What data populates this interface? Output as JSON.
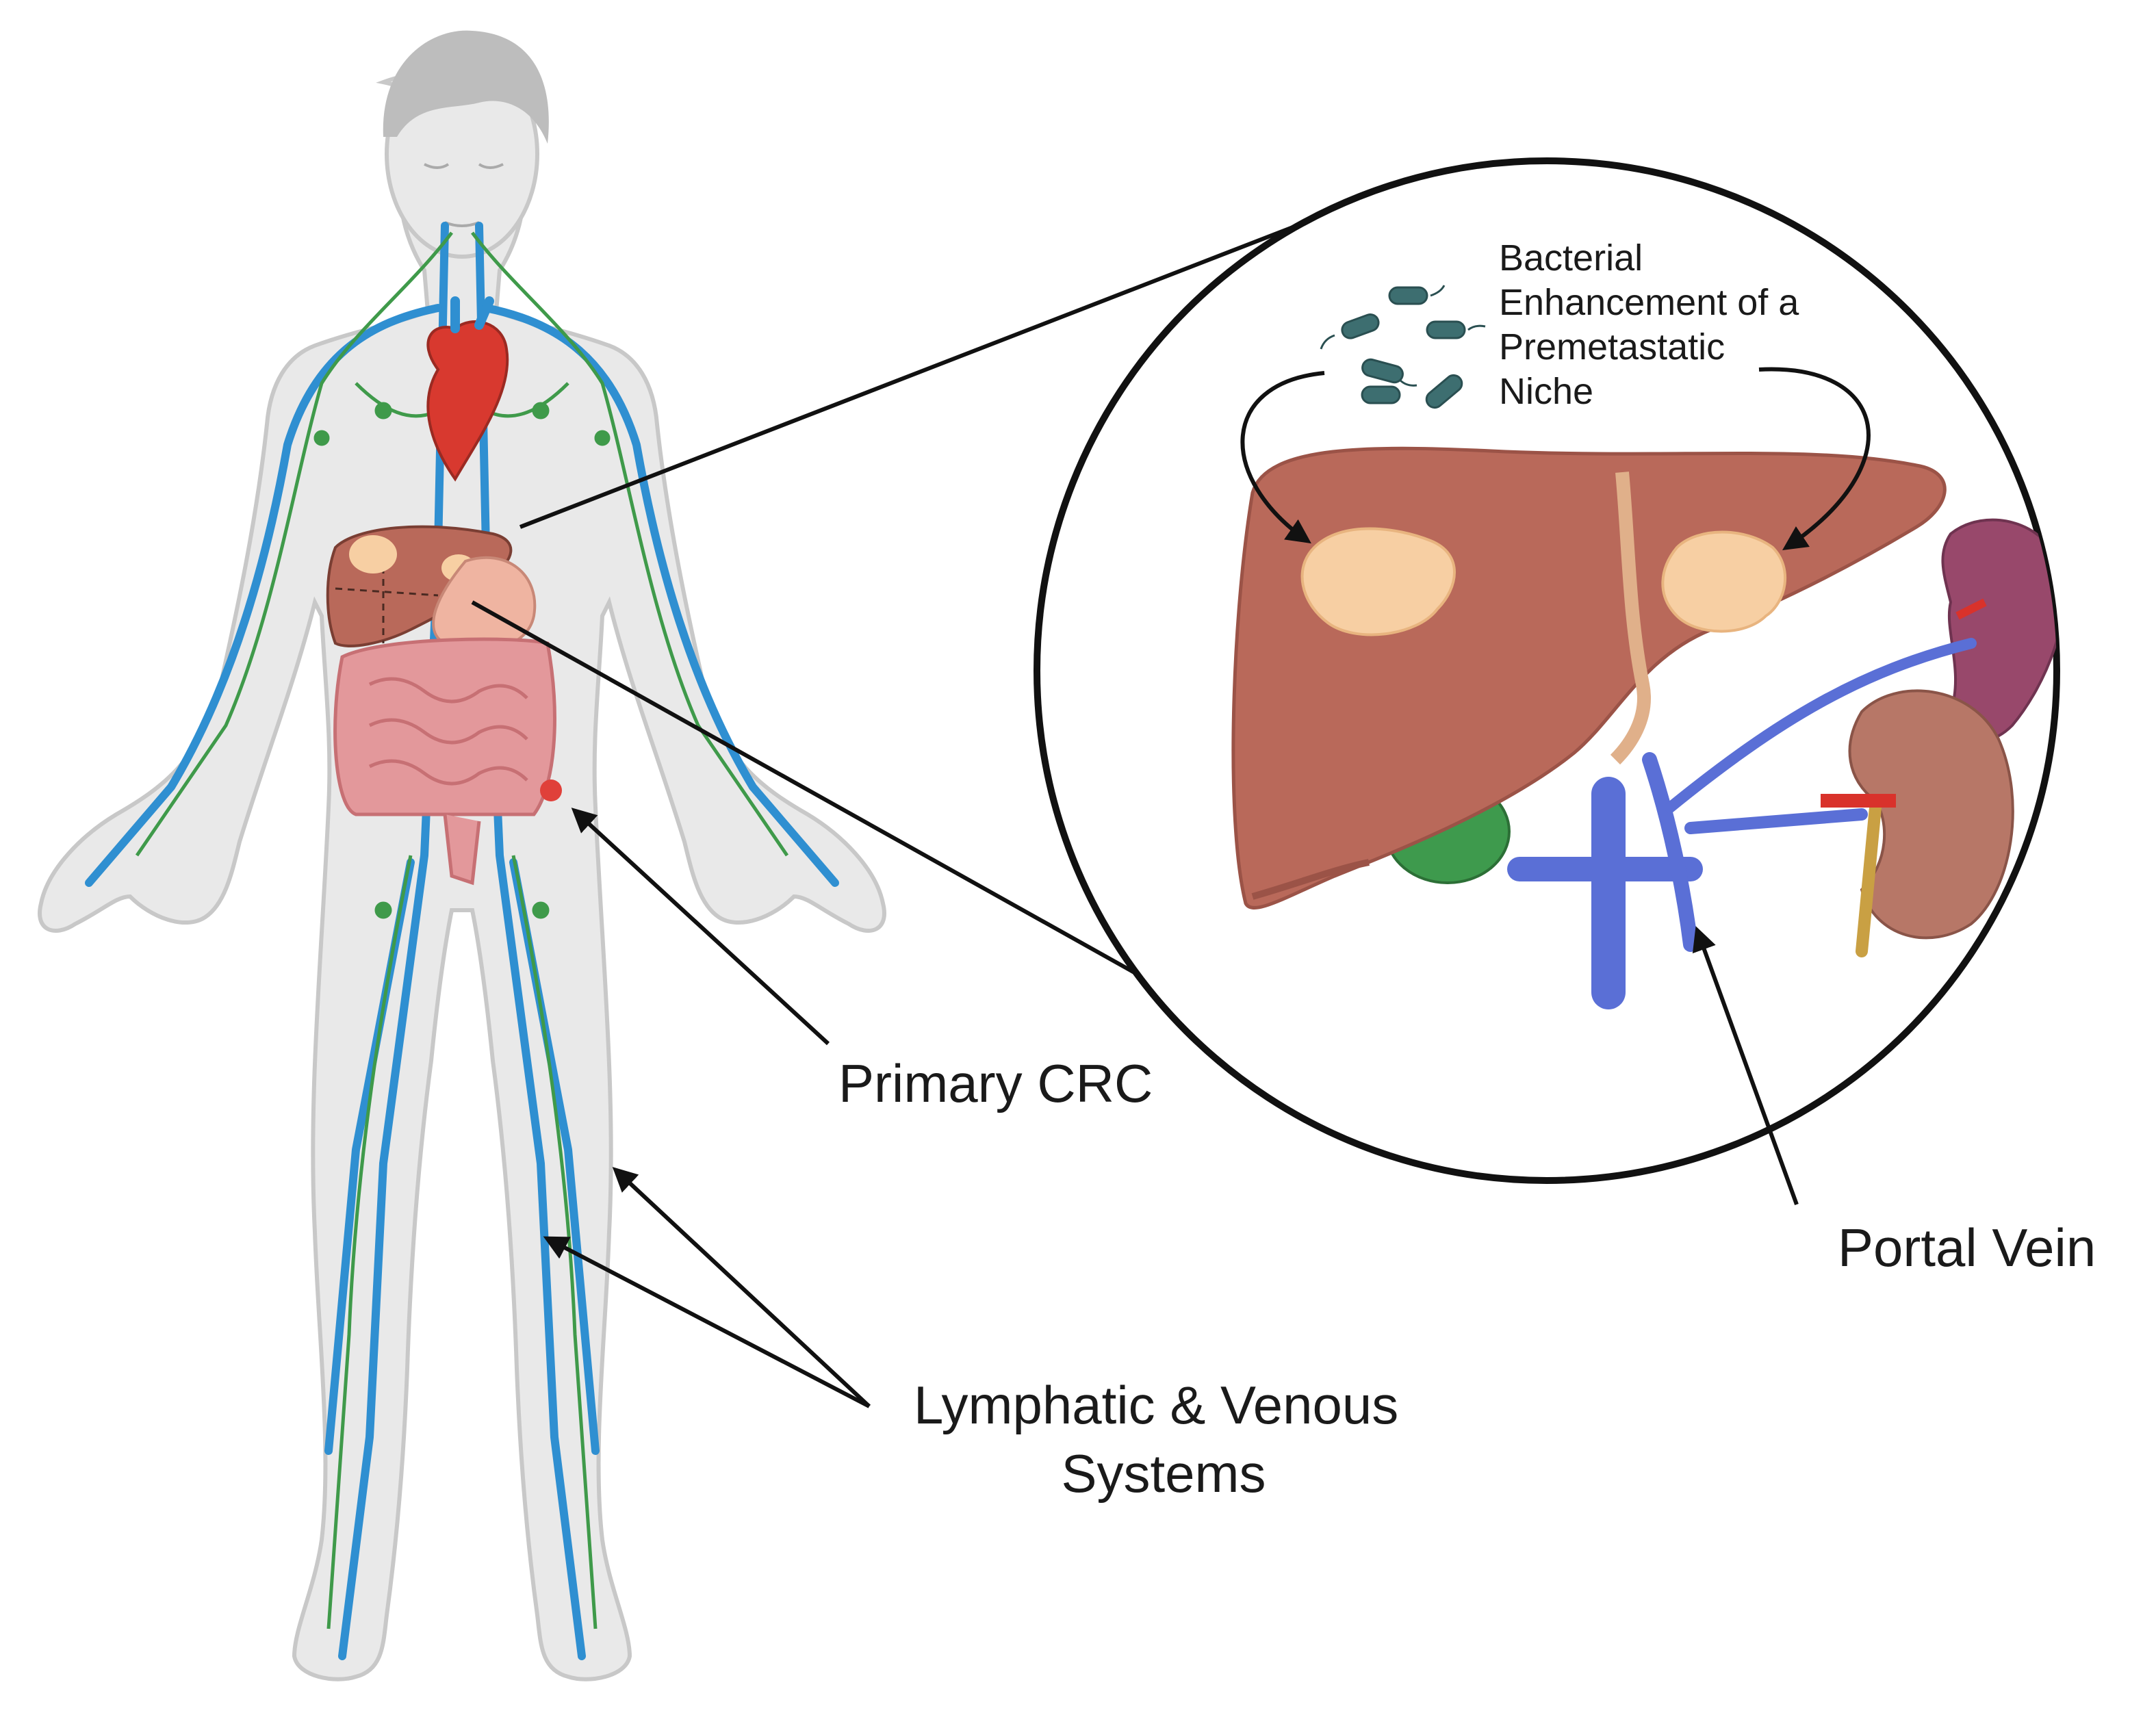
{
  "labels": {
    "bacterial": [
      "Bacterial",
      "Enhancement of a",
      "Premetastatic",
      "Niche"
    ],
    "primary_crc": "Primary CRC",
    "lymphatic": [
      "Lymphatic & Venous",
      "Systems"
    ],
    "portal_vein": "Portal Vein"
  },
  "colors": {
    "skin": "#e9e9e9",
    "skin_outline": "#c8c8c8",
    "hair": "#bdbdbd",
    "vein": "#2f8fd1",
    "lymph": "#3f9a4a",
    "heart": "#d8392f",
    "liver": "#b9695a",
    "liver_dark": "#9b5347",
    "metastasis": "#f7cfa3",
    "intestine": "#e3989b",
    "stomach": "#efb4a1",
    "gallbladder": "#3e9a4d",
    "portal": "#5a6fd6",
    "spleen": "#98486b",
    "kidney": "#b77767",
    "artery": "#d9322b",
    "ureter": "#c9a043",
    "bacteria": "#3d6e70",
    "line": "#111111",
    "tumor": "#e0403a"
  },
  "icons": [
    "human-body-icon",
    "heart-icon",
    "liver-icon",
    "bacteria-icon",
    "kidney-icon",
    "spleen-icon",
    "gallbladder-icon"
  ]
}
